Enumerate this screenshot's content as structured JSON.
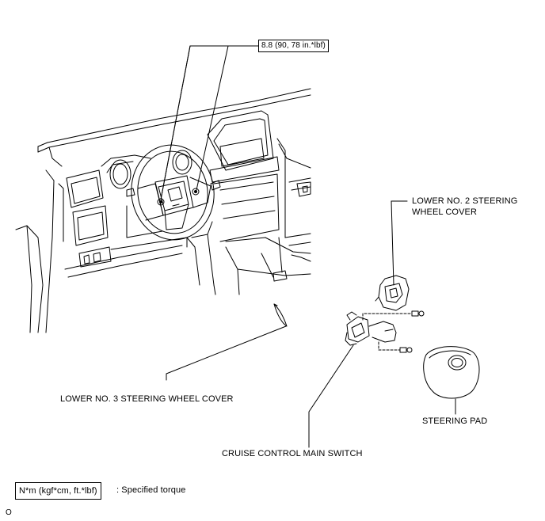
{
  "torque": {
    "value": "8.8 (90, 78 in.*lbf)"
  },
  "parts": {
    "lower_cover_2": "LOWER NO. 2 STEERING\nWHEEL COVER",
    "lower_cover_3": "LOWER NO. 3 STEERING WHEEL COVER",
    "steering_pad": "STEERING PAD",
    "cruise_switch": "CRUISE CONTROL MAIN SWITCH"
  },
  "legend": {
    "symbol": "N*m (kgf*cm, ft.*lbf)",
    "meaning": ": Specified torque"
  },
  "figure_code": "O"
}
